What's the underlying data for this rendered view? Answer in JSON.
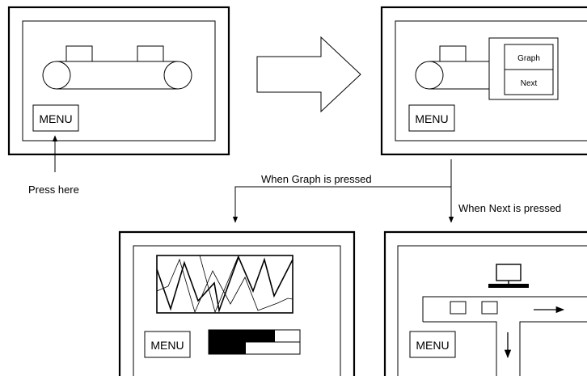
{
  "panels": {
    "top_left": {
      "menu_label": "MENU"
    },
    "top_right": {
      "menu_label": "MENU",
      "popup": {
        "graph_label": "Graph",
        "next_label": "Next"
      }
    },
    "bottom_left": {
      "menu_label": "MENU"
    },
    "bottom_right": {
      "menu_label": "MENU"
    }
  },
  "annotations": {
    "press_here": "Press here",
    "when_graph": "When Graph is pressed",
    "when_next": "When Next is pressed"
  }
}
